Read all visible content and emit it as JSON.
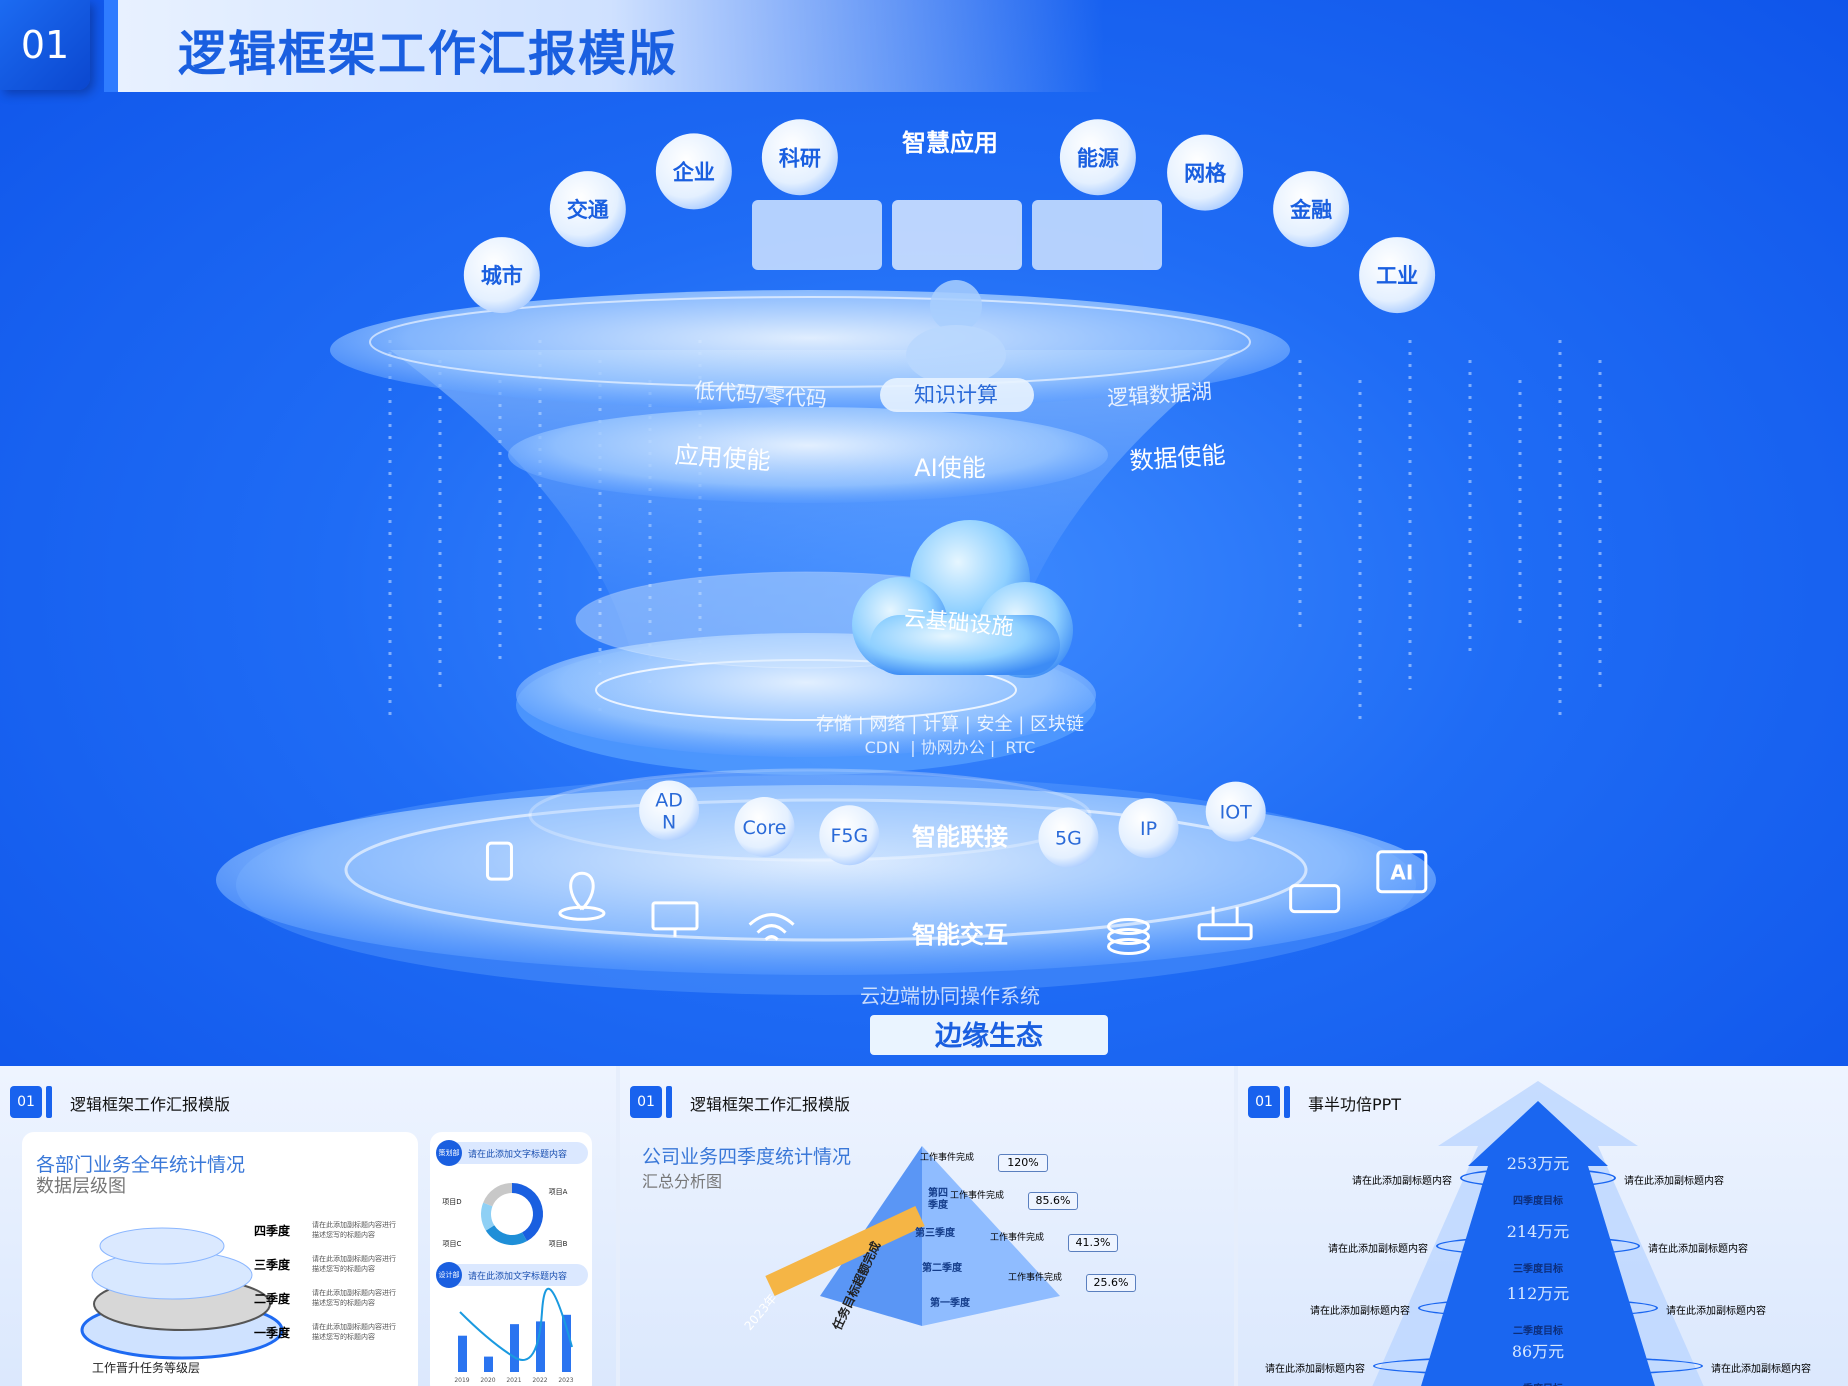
{
  "header": {
    "number": "01",
    "title": "逻辑框架工作汇报模版"
  },
  "diagram": {
    "app_title": "智慧应用",
    "app_bubbles": [
      "城市",
      "交通",
      "企业",
      "科研",
      "能源",
      "网格",
      "金融",
      "工业"
    ],
    "layer1": [
      "低代码/零代码",
      "知识计算",
      "逻辑数据湖"
    ],
    "layer2": [
      "应用使能",
      "AI使能",
      "数据使能"
    ],
    "cloud_label": "云基础设施",
    "infra_line1": "存储 | 网络 | 计算 | 安全 | 区块链",
    "infra_line2": "CDN  | 协网办公 |  RTC",
    "connect_title": "智能联接",
    "connect_nodes": [
      "AD\nN",
      "Core",
      "F5G",
      "5G",
      "IP",
      "IOT"
    ],
    "interact_title": "智能交互",
    "device_icons": [
      "phone-icon",
      "location-icon",
      "monitor-icon",
      "wifi-icon",
      "database-icon",
      "router-icon",
      "tablet-icon",
      "ai-chip-icon"
    ],
    "ai_chip_label": "AI",
    "os_label": "云边端协同操作系统",
    "edge_button": "边缘生态"
  },
  "panels": [
    {
      "number": "01",
      "title": "逻辑框架工作汇报模版",
      "heading": "各部门业务全年统计情况",
      "subheading": "数据层级图",
      "levels": [
        "四季度",
        "三季度",
        "二季度",
        "一季度"
      ],
      "level_desc": "请在此添加副标题内容进行描述您写的标题内容",
      "base_caption": "工作晋升任务等级层",
      "side_cards": [
        {
          "badge": "策划部",
          "title": "请在此添加文字标题内容"
        },
        {
          "badge": "设计部",
          "title": "请在此添加文字标题内容"
        }
      ],
      "donut": {
        "labels": [
          "项目A",
          "项目B",
          "项目C",
          "项目D"
        ],
        "values": [
          42,
          24,
          15,
          19
        ],
        "colors": [
          "#1a5fe0",
          "#1f8fd8",
          "#8fd0f5",
          "#c8c8c8"
        ]
      },
      "bars": {
        "years": [
          "2019",
          "2020",
          "2021",
          "2022",
          "2023"
        ],
        "values": [
          66,
          28,
          87,
          92,
          104
        ]
      }
    },
    {
      "number": "01",
      "title": "逻辑框架工作汇报模版",
      "heading": "公司业务四季度统计情况",
      "subheading": "汇总分析图",
      "tiers": [
        {
          "label": "第四\n季度",
          "caption": "工作事件完成",
          "value": "120%"
        },
        {
          "label": "第三季度",
          "caption": "工作事件完成",
          "value": "85.6%"
        },
        {
          "label": "第二季度",
          "caption": "工作事件完成",
          "value": "41.3%"
        },
        {
          "label": "第一季度",
          "caption": "工作事件完成",
          "value": "25.6%"
        }
      ],
      "ribbon_year": "2023年",
      "ribbon_text": "任务目标超额完成"
    },
    {
      "number": "01",
      "title": "事半功倍PPT",
      "targets": [
        {
          "amount": "253万元",
          "label": "四季度目标"
        },
        {
          "amount": "214万元",
          "label": "三季度目标"
        },
        {
          "amount": "112万元",
          "label": "二季度目标"
        },
        {
          "amount": "86万元",
          "label": "一季度目标"
        }
      ],
      "side_text": "请在此添加副标题内容"
    }
  ]
}
